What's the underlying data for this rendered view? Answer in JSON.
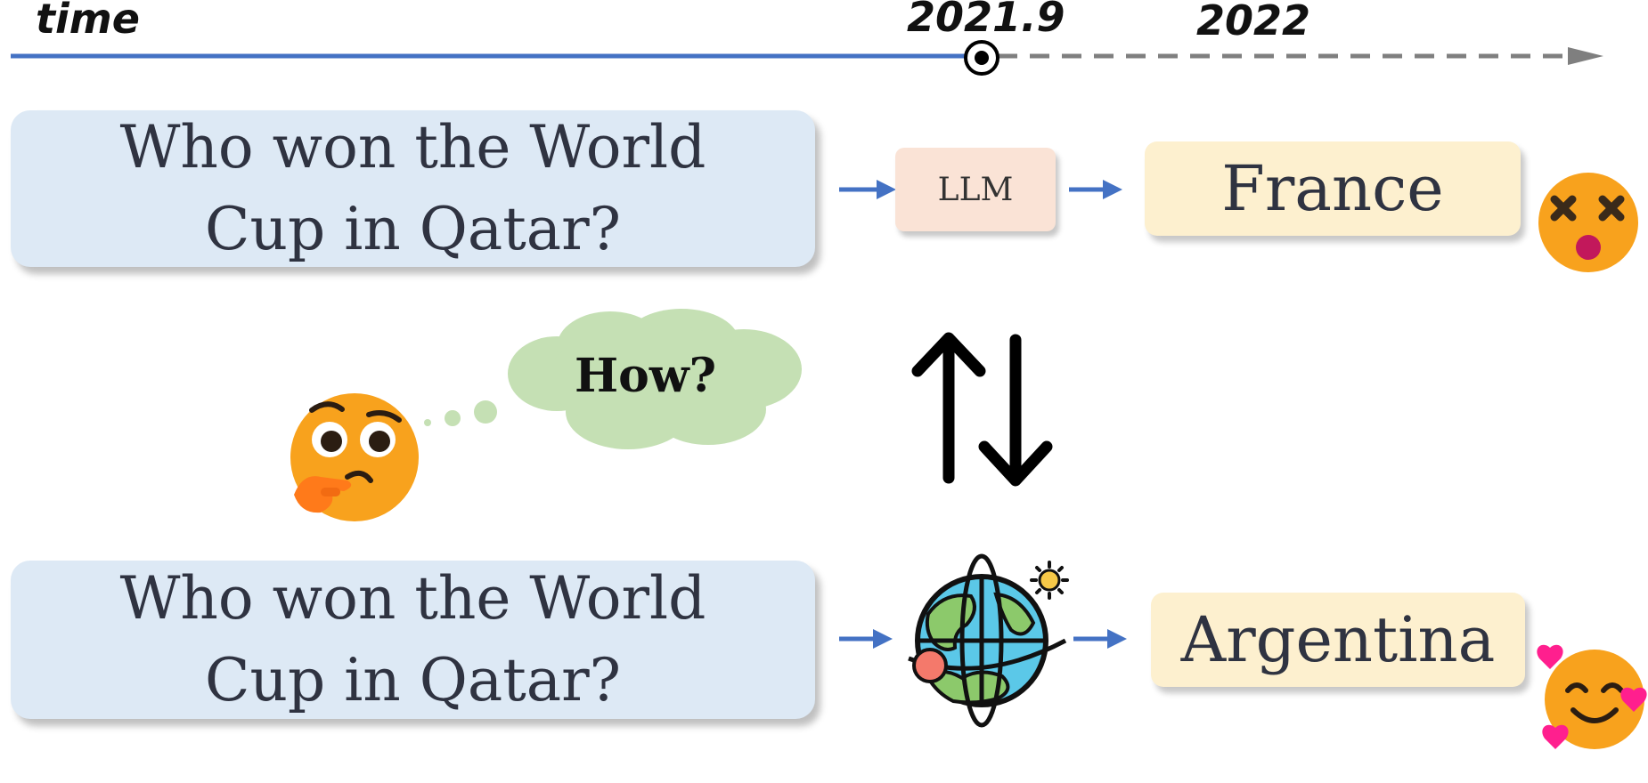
{
  "timeline": {
    "axis_label": "time",
    "marker_label": "2021.9",
    "future_label": "2022",
    "past_color": "#4472c4",
    "future_color": "#7f7f7f"
  },
  "top_row": {
    "question_line1": "Who won the World",
    "question_line2": "Cup in Qatar?",
    "model_label": "LLM",
    "answer": "France",
    "answer_emoji": "dizzy-face-icon"
  },
  "middle": {
    "thought_text": "How?",
    "thinking_emoji": "thinking-face-icon",
    "swap_icon": "up-down-arrows-icon"
  },
  "bottom_row": {
    "question_line1": "Who won the World",
    "question_line2": "Cup in Qatar?",
    "world_icon": "globe-icon",
    "answer": "Argentina",
    "answer_emoji": "smiling-face-with-hearts-icon"
  },
  "colors": {
    "question_bg": "#dde9f5",
    "answer_bg": "#fdf0cf",
    "llm_bg": "#fae3d6",
    "arrow_blue": "#4472c4",
    "cloud_green": "#c5e0b4"
  }
}
